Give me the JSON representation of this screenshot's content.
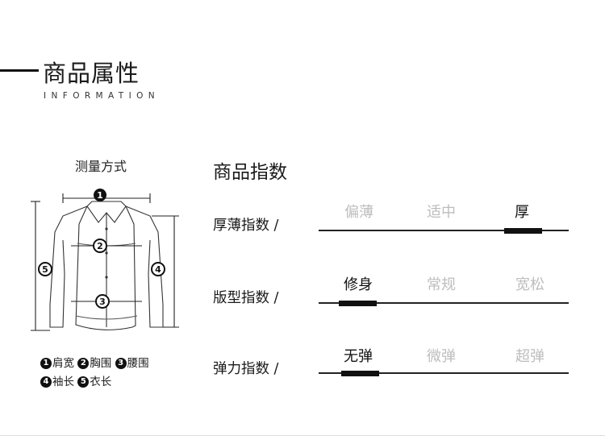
{
  "header": {
    "title": "商品属性",
    "subtitle": "INFORMATION"
  },
  "measure": {
    "title": "测量方式",
    "markers": [
      "1",
      "2",
      "3",
      "4",
      "5"
    ],
    "legend": [
      {
        "num": "1",
        "label": "肩宽"
      },
      {
        "num": "2",
        "label": "胸围"
      },
      {
        "num": "3",
        "label": "腰围"
      },
      {
        "num": "4",
        "label": "袖长"
      },
      {
        "num": "5",
        "label": "衣长"
      }
    ]
  },
  "index": {
    "title": "商品指数",
    "rows": [
      {
        "label": "厚薄指数 /",
        "options": [
          "偏薄",
          "适中",
          "厚"
        ],
        "selected_index": 2
      },
      {
        "label": "版型指数 /",
        "options": [
          "修身",
          "常规",
          "宽松"
        ],
        "selected_index": 0
      },
      {
        "label": "弹力指数 /",
        "options": [
          "无弹",
          "微弹",
          "超弹"
        ],
        "selected_index": 0
      }
    ]
  },
  "colors": {
    "accent": "#111111",
    "muted": "#bdbdbd"
  }
}
